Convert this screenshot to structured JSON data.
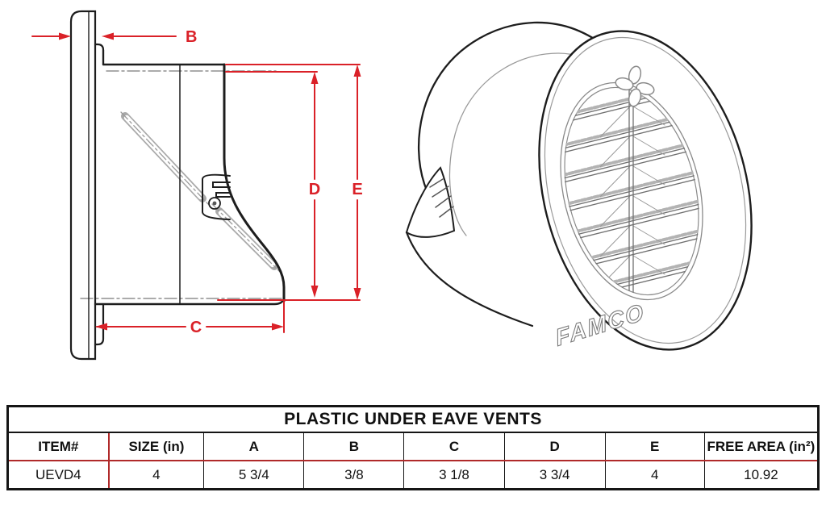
{
  "drawing": {
    "labels": {
      "B": "B",
      "C": "C",
      "D": "D",
      "E": "E"
    },
    "brand": "FAMCO",
    "colors": {
      "dimension_red": "#da2128",
      "line_black": "#1d1d1d",
      "phantom_gray": "#9a9a9a",
      "table_red": "#b02a2a"
    }
  },
  "table": {
    "title": "PLASTIC UNDER EAVE VENTS",
    "headers": [
      "ITEM#",
      "SIZE (in)",
      "A",
      "B",
      "C",
      "D",
      "E",
      "FREE AREA (in²)"
    ],
    "rows": [
      [
        "UEVD4",
        "4",
        "5 3/4",
        "3/8",
        "3 1/8",
        "3 3/4",
        "4",
        "10.92"
      ]
    ]
  }
}
